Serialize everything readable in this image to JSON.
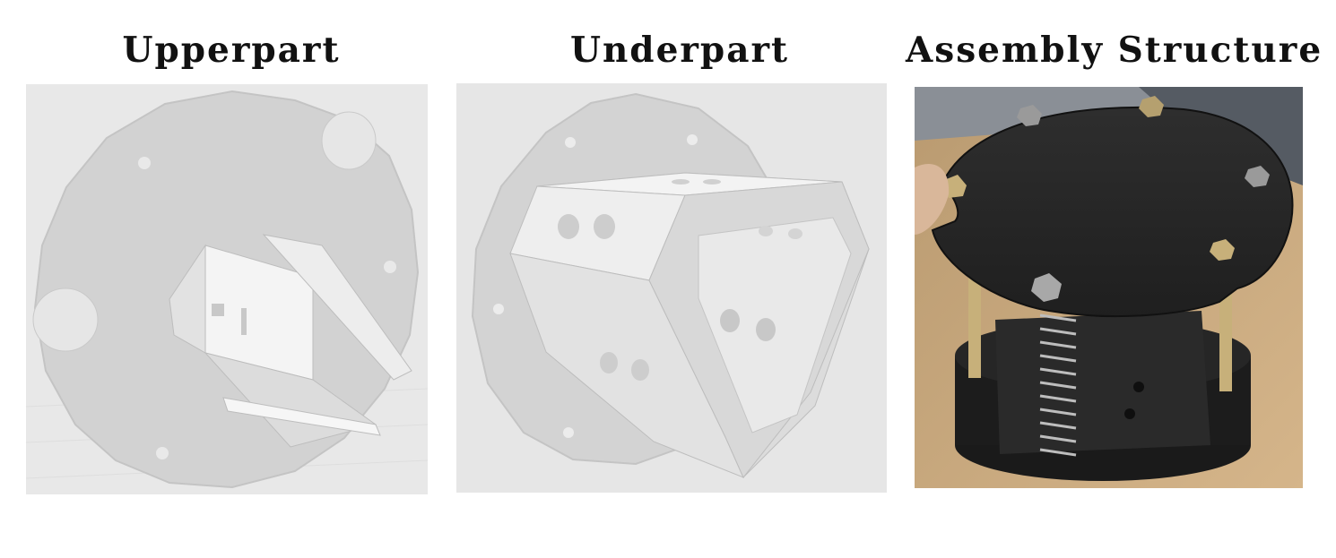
{
  "panels": [
    {
      "title": "Upperpart"
    },
    {
      "title": "Underpart"
    },
    {
      "title": "Assembly  Structure"
    }
  ],
  "colors": {
    "render_background": "#e6e6e6",
    "render_part": "#cfcfcf",
    "photo_dark": "#242424",
    "photo_table": "#c9a77a",
    "brass": "#c7b07a"
  }
}
